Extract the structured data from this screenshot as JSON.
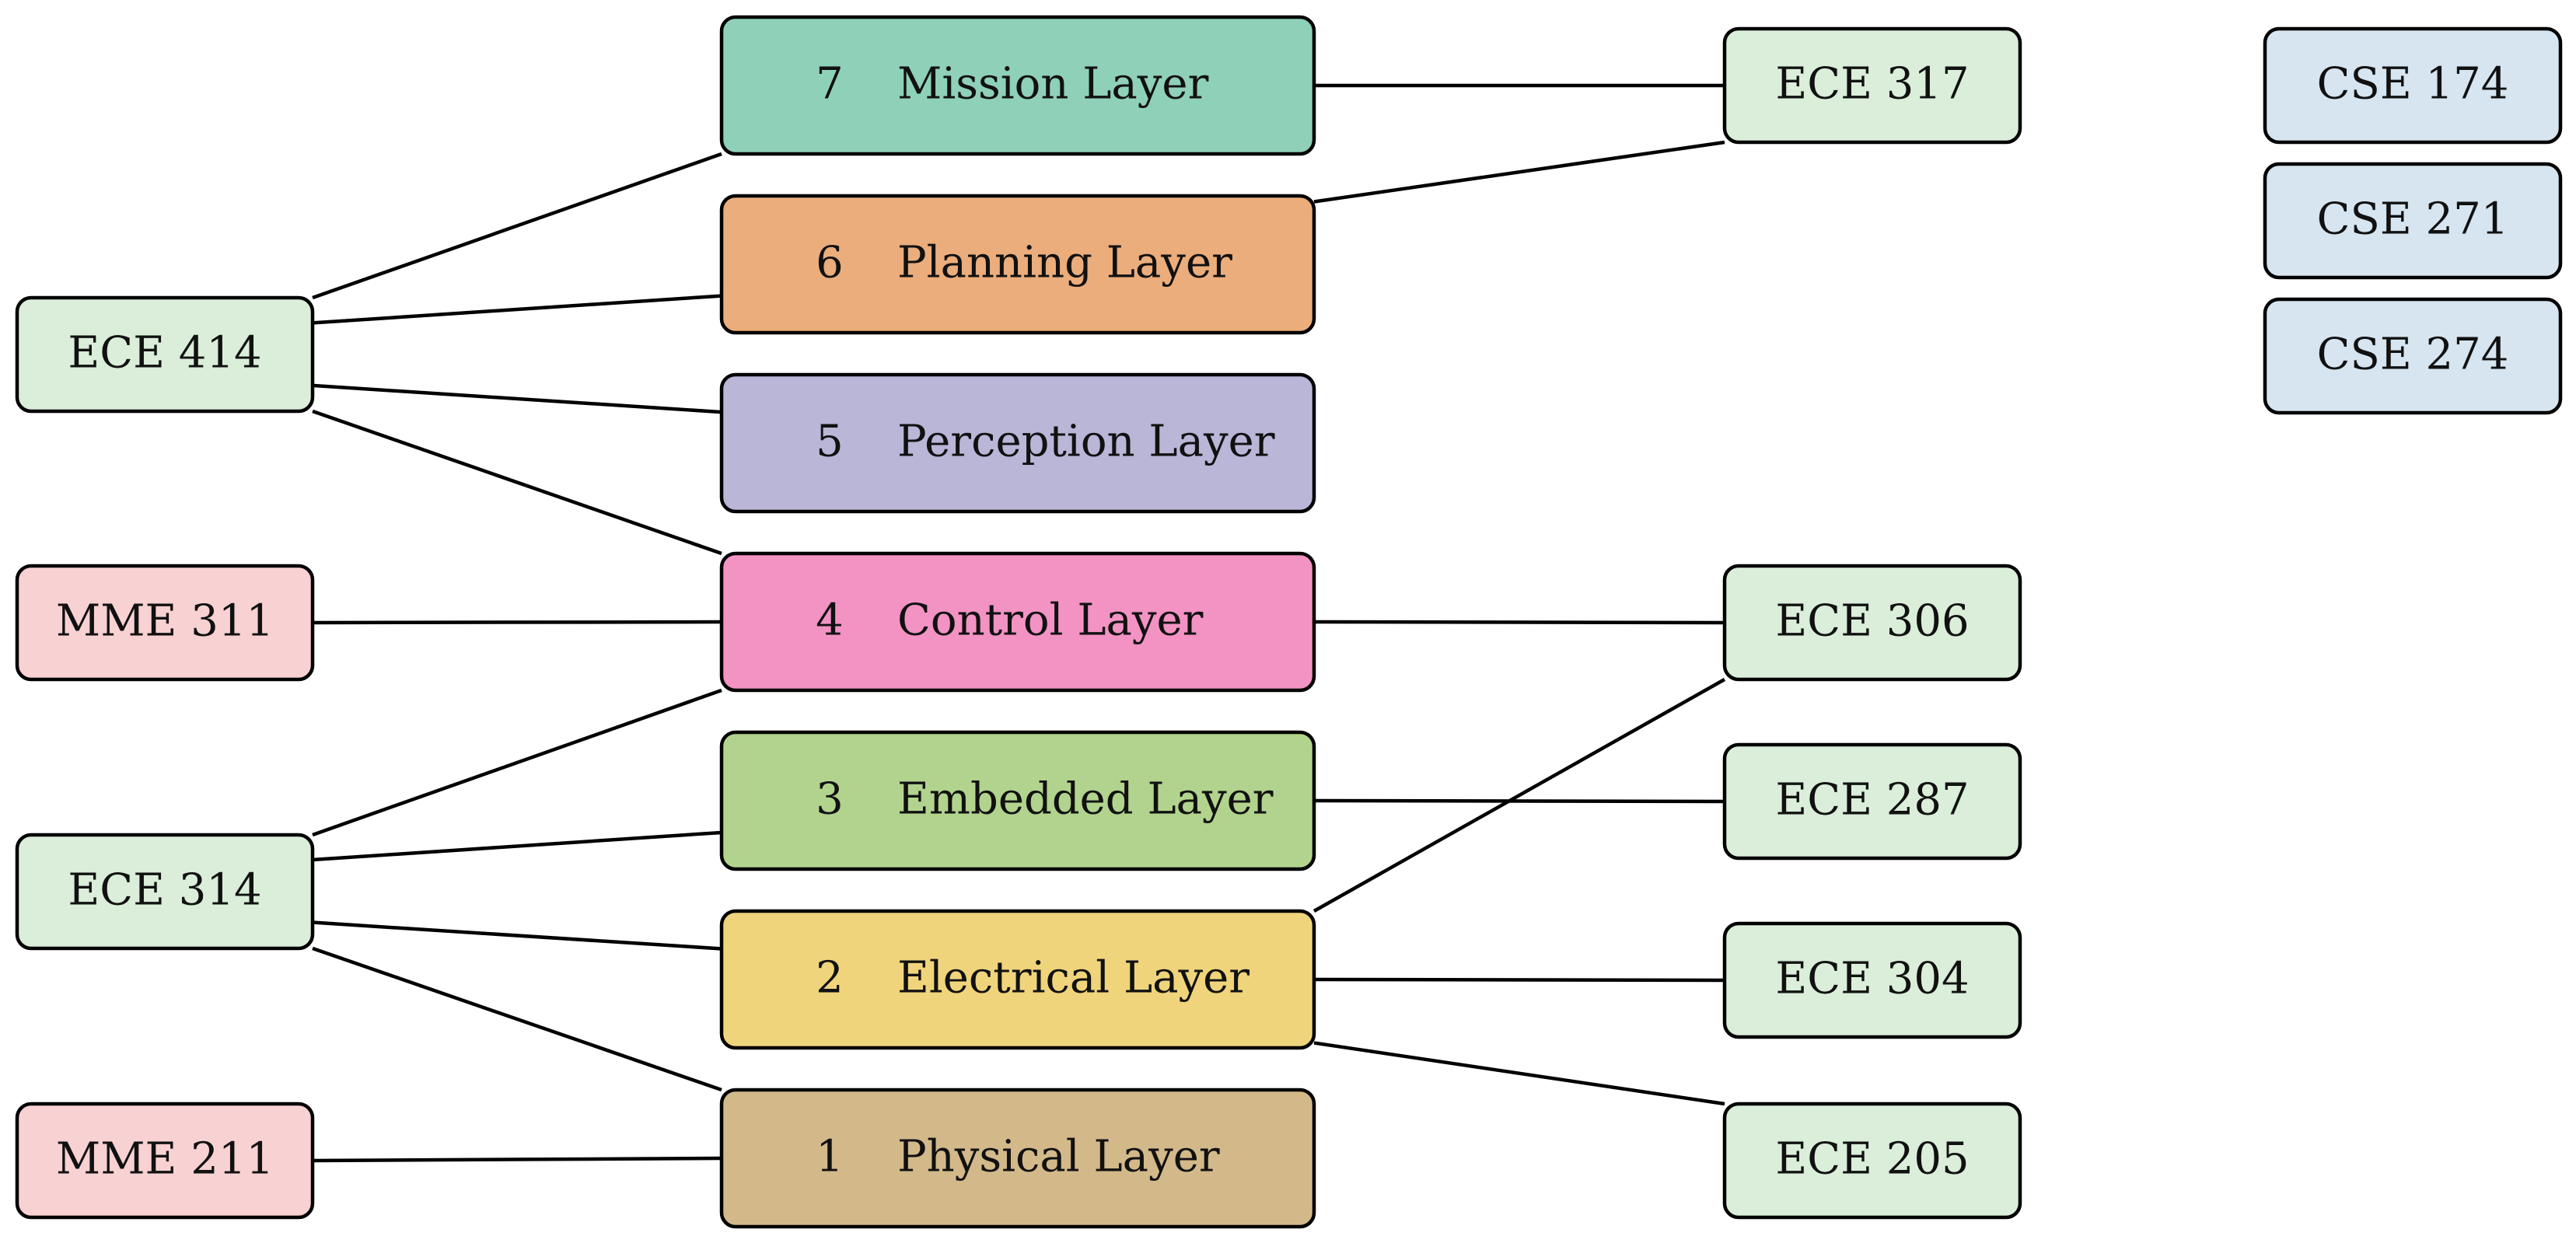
{
  "colors": {
    "mission": "#8fd0b9",
    "planning": "#ebad7c",
    "perception": "#bab6d8",
    "control": "#f293c3",
    "embedded": "#b2d38d",
    "electrical": "#f0d47c",
    "physical": "#d3b98a",
    "ece_course": "#daeeda",
    "mme_course": "#f8d1d3",
    "cse_course": "#d6e5f0"
  },
  "layers": [
    {
      "id": "layer-7",
      "number": "7",
      "label": "Mission Layer",
      "color_key": "mission"
    },
    {
      "id": "layer-6",
      "number": "6",
      "label": "Planning Layer",
      "color_key": "planning"
    },
    {
      "id": "layer-5",
      "number": "5",
      "label": "Perception Layer",
      "color_key": "perception"
    },
    {
      "id": "layer-4",
      "number": "4",
      "label": "Control Layer",
      "color_key": "control"
    },
    {
      "id": "layer-3",
      "number": "3",
      "label": "Embedded Layer",
      "color_key": "embedded"
    },
    {
      "id": "layer-2",
      "number": "2",
      "label": "Electrical Layer",
      "color_key": "electrical"
    },
    {
      "id": "layer-1",
      "number": "1",
      "label": "Physical Layer",
      "color_key": "physical"
    }
  ],
  "courses_left": [
    {
      "id": "ece-414",
      "label": "ECE 414",
      "color_key": "ece_course"
    },
    {
      "id": "mme-311",
      "label": "MME 311",
      "color_key": "mme_course"
    },
    {
      "id": "ece-314",
      "label": "ECE 314",
      "color_key": "ece_course"
    },
    {
      "id": "mme-211",
      "label": "MME 211",
      "color_key": "mme_course"
    }
  ],
  "courses_right": [
    {
      "id": "ece-317",
      "label": "ECE 317",
      "color_key": "ece_course"
    },
    {
      "id": "ece-306",
      "label": "ECE 306",
      "color_key": "ece_course"
    },
    {
      "id": "ece-287",
      "label": "ECE 287",
      "color_key": "ece_course"
    },
    {
      "id": "ece-304",
      "label": "ECE 304",
      "color_key": "ece_course"
    },
    {
      "id": "ece-205",
      "label": "ECE 205",
      "color_key": "ece_course"
    }
  ],
  "courses_cse": [
    {
      "id": "cse-174",
      "label": "CSE 174",
      "color_key": "cse_course"
    },
    {
      "id": "cse-271",
      "label": "CSE 271",
      "color_key": "cse_course"
    },
    {
      "id": "cse-274",
      "label": "CSE 274",
      "color_key": "cse_course"
    }
  ],
  "edges": [
    {
      "from": "ece-414",
      "to": "layer-7"
    },
    {
      "from": "ece-414",
      "to": "layer-6"
    },
    {
      "from": "ece-414",
      "to": "layer-5"
    },
    {
      "from": "ece-414",
      "to": "layer-4"
    },
    {
      "from": "mme-311",
      "to": "layer-4"
    },
    {
      "from": "ece-314",
      "to": "layer-4"
    },
    {
      "from": "ece-314",
      "to": "layer-3"
    },
    {
      "from": "ece-314",
      "to": "layer-2"
    },
    {
      "from": "ece-314",
      "to": "layer-1"
    },
    {
      "from": "mme-211",
      "to": "layer-1"
    },
    {
      "from": "layer-7",
      "to": "ece-317"
    },
    {
      "from": "layer-6",
      "to": "ece-317"
    },
    {
      "from": "layer-4",
      "to": "ece-306"
    },
    {
      "from": "layer-2",
      "to": "ece-306"
    },
    {
      "from": "layer-3",
      "to": "ece-287"
    },
    {
      "from": "layer-2",
      "to": "ece-304"
    },
    {
      "from": "layer-2",
      "to": "ece-205"
    }
  ]
}
